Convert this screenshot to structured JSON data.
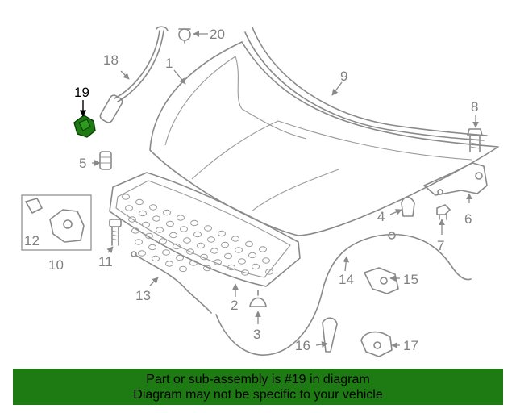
{
  "diagram": {
    "callouts": {
      "c1": "1",
      "c2": "2",
      "c3": "3",
      "c4": "4",
      "c5": "5",
      "c6": "6",
      "c7": "7",
      "c8": "8",
      "c9": "9",
      "c10": "10",
      "c11": "11",
      "c12": "12",
      "c13": "13",
      "c14": "14",
      "c15": "15",
      "c16": "16",
      "c17": "17",
      "c18": "18",
      "c19": "19",
      "c20": "20"
    },
    "highlighted_part": "19",
    "colors": {
      "line": "#8a8a8a",
      "highlight_part": "#1e7a12",
      "banner_bg": "#1e7a12",
      "banner_text": "#000000"
    }
  },
  "banner": {
    "line1": "Part or sub-assembly is #19 in diagram",
    "line2": "Diagram may not be specific to your vehicle"
  }
}
